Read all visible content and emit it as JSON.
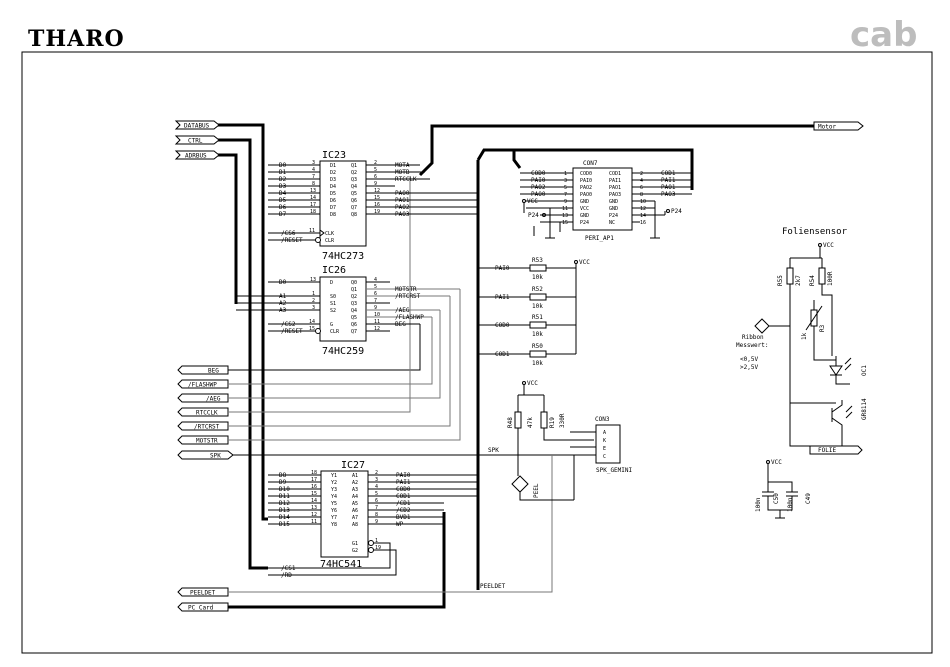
{
  "header": {
    "left_logo": "THARO",
    "right_logo": "cab"
  },
  "ports_left": {
    "databus": "DATABUS",
    "ctrl": "CTRL",
    "adrbus": "ADRBUS",
    "beg": "BEG",
    "flashwp": "/FLASHWP",
    "aeg": "/AEG",
    "rtcclk": "RTCCLK",
    "rtcrst": "/RTCRST",
    "motstr": "MOTSTR",
    "spk": "SPK",
    "peeldet": "PEELDET",
    "pccard": "PC_Card"
  },
  "ic23": {
    "ref": "IC23",
    "part": "74HC273",
    "inputs": [
      "D0",
      "D1",
      "D2",
      "D3",
      "D4",
      "D5",
      "D6",
      "D7"
    ],
    "in_pins": [
      "3",
      "4",
      "7",
      "8",
      "13",
      "14",
      "17",
      "18"
    ],
    "d_labels": [
      "D1",
      "D2",
      "D3",
      "D4",
      "D5",
      "D6",
      "D7",
      "D8"
    ],
    "q_labels": [
      "Q1",
      "Q2",
      "Q3",
      "Q4",
      "Q5",
      "Q6",
      "Q7",
      "Q8"
    ],
    "out_pins": [
      "2",
      "5",
      "6",
      "9",
      "12",
      "15",
      "16",
      "19"
    ],
    "outputs": [
      "MOTA",
      "MOTB",
      "RTCCLK",
      "",
      "PAO0",
      "PAO1",
      "PAO2",
      "PAO3"
    ],
    "ctrl_inputs": [
      "/CS6",
      "/RESET"
    ],
    "ctrl_pins": [
      "11",
      "1"
    ],
    "ctrl_labels": [
      "CLK",
      "CLR"
    ]
  },
  "ic26": {
    "ref": "IC26",
    "part": "74HC259",
    "inputs": [
      "D0",
      "",
      "A1",
      "A2",
      "A3"
    ],
    "in_pins": [
      "13",
      "",
      "1",
      "2",
      "3"
    ],
    "in_labels": [
      "D",
      "",
      "S0",
      "S1",
      "S2"
    ],
    "q_labels": [
      "Q0",
      "Q1",
      "Q2",
      "Q3",
      "Q4",
      "Q5",
      "Q6",
      "Q7"
    ],
    "out_pins": [
      "4",
      "5",
      "6",
      "7",
      "9",
      "10",
      "11",
      "12"
    ],
    "outputs": [
      "MOTSTR",
      "/RTCRST",
      "",
      "/AEG",
      "/FLASHWP",
      "BEG",
      "",
      ""
    ],
    "ctrl_inputs": [
      "/CS2",
      "/RESET"
    ],
    "ctrl_pins": [
      "14",
      "15"
    ],
    "ctrl_labels": [
      "G",
      "CLR"
    ]
  },
  "ic27": {
    "ref": "IC27",
    "part": "74HC541",
    "outputs": [
      "D8",
      "D9",
      "D10",
      "D11",
      "D12",
      "D13",
      "D14",
      "D15"
    ],
    "out_pins": [
      "18",
      "17",
      "16",
      "15",
      "14",
      "13",
      "12",
      "11"
    ],
    "y_labels": [
      "Y1",
      "Y2",
      "Y3",
      "Y4",
      "Y5",
      "Y6",
      "Y7",
      "Y8"
    ],
    "a_labels": [
      "A1",
      "A2",
      "A3",
      "A4",
      "A5",
      "A6",
      "A7",
      "A8"
    ],
    "in_pins": [
      "2",
      "3",
      "4",
      "5",
      "6",
      "7",
      "8",
      "9"
    ],
    "inputs": [
      "PAI0",
      "PAI1",
      "COD0",
      "COD1",
      "/CD1",
      "/CD2",
      "BVD1",
      "WP"
    ],
    "ctrl_inputs": [
      "/CS1",
      "/RD"
    ],
    "ctrl_labels": [
      "G1",
      "G2"
    ],
    "ctrl_pins": [
      "1",
      "19"
    ]
  },
  "con7": {
    "ref": "CON7",
    "part": "PERI_AP1",
    "left_nets": [
      "COD0",
      "PAI0",
      "PAO2",
      "PAO0",
      "VCC",
      "P24",
      ""
    ],
    "left_pins": [
      "1",
      "3",
      "5",
      "7",
      "9",
      "11",
      "13",
      "15"
    ],
    "left_labels": [
      "COD0",
      "PAI0",
      "PAO2",
      "PAO0",
      "GND",
      "VCC",
      "GND",
      "P24"
    ],
    "right_labels": [
      "COD1",
      "PAI1",
      "PAO1",
      "PAO3",
      "GND",
      "GND",
      "P24",
      "NC"
    ],
    "right_pins": [
      "2",
      "4",
      "6",
      "8",
      "10",
      "12",
      "14",
      "16"
    ],
    "right_nets": [
      "COD1",
      "PAI1",
      "PAO1",
      "PAO3",
      "",
      "",
      "P24",
      ""
    ],
    "p24": "P24"
  },
  "resistor_array": [
    {
      "net": "PAI0",
      "ref": "R53",
      "value": "10k"
    },
    {
      "net": "PAI1",
      "ref": "R52",
      "value": "10k"
    },
    {
      "net": "COD0",
      "ref": "R51",
      "value": "10k"
    },
    {
      "net": "COD1",
      "ref": "R50",
      "value": "10k"
    }
  ],
  "vcc": "VCC",
  "peel": {
    "r48": "R48",
    "r48_value": "47k",
    "r19": "R19",
    "r19_value": "330R",
    "sensor": "PEEL",
    "spk": "SPK"
  },
  "con3": {
    "ref": "CON3",
    "part": "SPK_GEMINI",
    "pins": [
      "A",
      "K",
      "E",
      "C"
    ]
  },
  "peeldet_net": "PEELDET",
  "motor": "Motor",
  "foliensensor": {
    "title": "Foliensensor",
    "r55": "R55",
    "r55_value": "2k7",
    "r54": "R54",
    "r54_value": "100R",
    "r3": "R3",
    "r3_value": "1k",
    "ribbon_label_1": "Ribbon",
    "ribbon_label_2": "Messwert:",
    "level_1": "<0,5V",
    "level_2": ">2,5V",
    "oc1": "OC1",
    "oc_part": "GR8114",
    "folie": "FOLIE"
  },
  "caps": {
    "c50": "C50",
    "c50_value": "100n",
    "c49": "C49",
    "c49_value": "100n"
  }
}
